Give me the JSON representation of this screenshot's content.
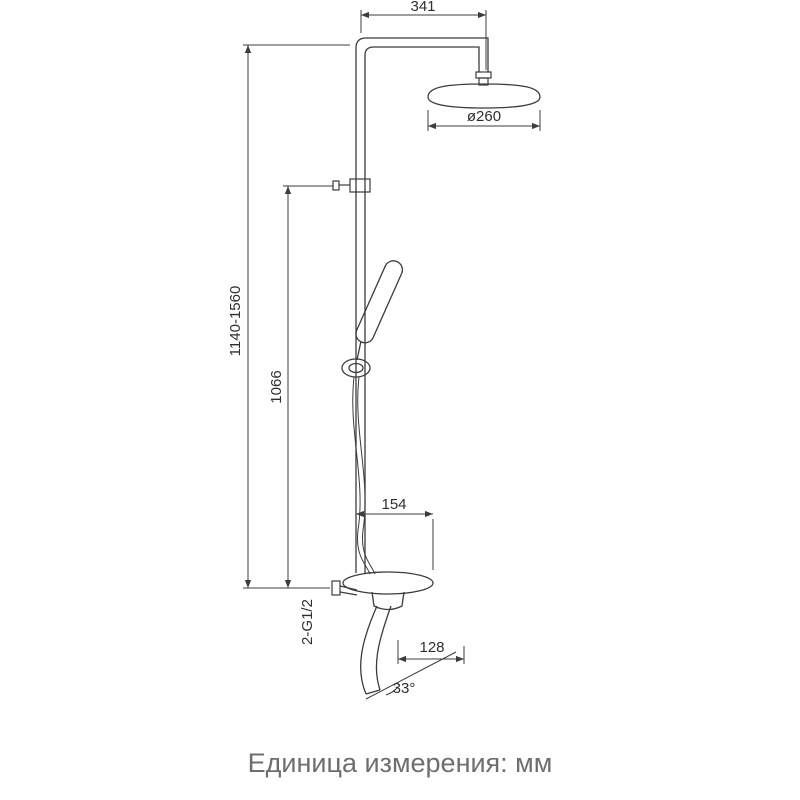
{
  "drawing": {
    "type": "shower-column-technical-drawing",
    "labels": {
      "dim_top_width": "341",
      "dim_head_diameter": "ø260",
      "dim_height_range": "1140-1560",
      "dim_bar_height": "1066",
      "dim_shelf_depth": "154",
      "dim_spout_reach": "128",
      "dim_spout_angle": "33°",
      "dim_thread": "2-G1/2"
    },
    "caption": "Единица измерения: мм",
    "colors": {
      "line": "#3c3c3c",
      "text": "#2e2e2e",
      "caption": "#6e6e6e",
      "background": "#ffffff"
    }
  }
}
